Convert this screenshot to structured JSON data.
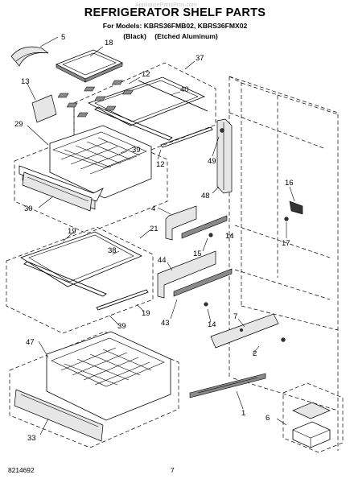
{
  "header": {
    "title": "REFRIGERATOR SHELF PARTS",
    "models_line": "For Models: KBRS36FMB02, KBRS36FMX02",
    "variant_black": "(Black)",
    "variant_etched": "(Etched Aluminum)"
  },
  "watermark": "AppliancePartsPros.com",
  "footer": {
    "code": "8214692",
    "page": "7"
  },
  "callouts": [
    "5",
    "18",
    "37",
    "13",
    "12",
    "40",
    "29",
    "39",
    "12",
    "49",
    "16",
    "48",
    "4",
    "30",
    "19",
    "21",
    "38",
    "44",
    "15",
    "14",
    "17",
    "19",
    "39",
    "43",
    "14",
    "7",
    "2",
    "47",
    "33",
    "1",
    "6"
  ]
}
